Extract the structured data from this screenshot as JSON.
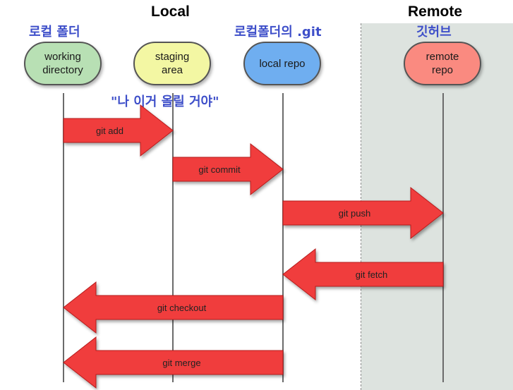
{
  "headings": {
    "local": "Local",
    "remote": "Remote"
  },
  "annotations": {
    "local_folder": "로컬 폴더",
    "local_git": "로컬폴더의 .git",
    "github": "깃허브",
    "stage_note": "\"나 이거 올릴 거야\""
  },
  "nodes": [
    {
      "id": "working-directory",
      "label": "working\ndirectory",
      "color": "#b8e0b4"
    },
    {
      "id": "staging-area",
      "label": "staging\narea",
      "color": "#f3f7a3"
    },
    {
      "id": "local-repo",
      "label": "local repo",
      "color": "#6faef0"
    },
    {
      "id": "remote-repo",
      "label": "remote\nrepo",
      "color": "#fa8a80"
    }
  ],
  "commands": [
    {
      "label": "git add",
      "from": "working-directory",
      "to": "staging-area"
    },
    {
      "label": "git commit",
      "from": "staging-area",
      "to": "local-repo"
    },
    {
      "label": "git push",
      "from": "local-repo",
      "to": "remote-repo"
    },
    {
      "label": "git fetch",
      "from": "remote-repo",
      "to": "local-repo"
    },
    {
      "label": "git checkout",
      "from": "local-repo",
      "to": "working-directory"
    },
    {
      "label": "git merge",
      "from": "local-repo",
      "to": "working-directory"
    }
  ],
  "colors": {
    "arrow_fill": "#f03c3c",
    "arrow_stroke": "#b51c1c",
    "remote_bg": "#dde3df"
  }
}
